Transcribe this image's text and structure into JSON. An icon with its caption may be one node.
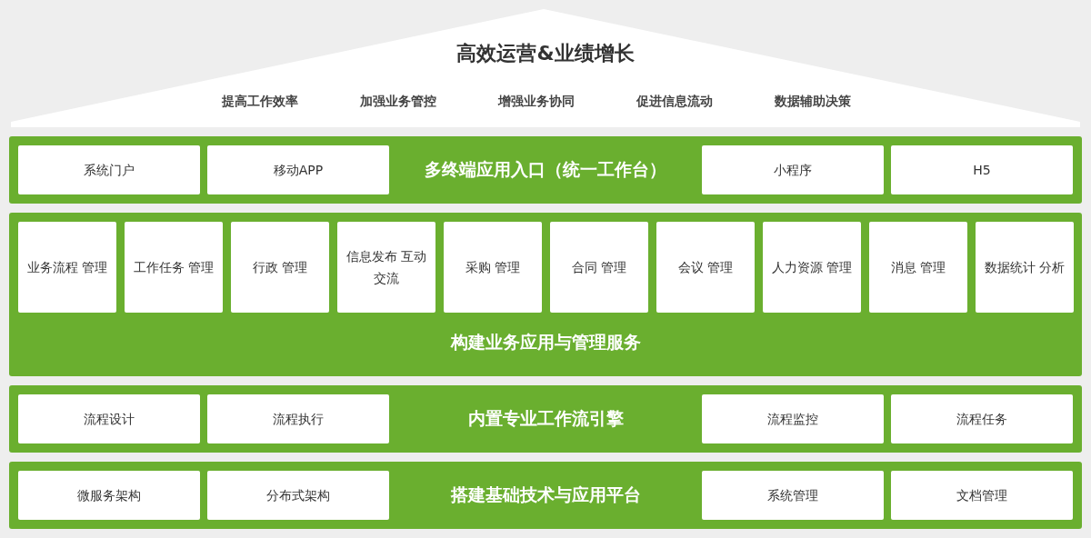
{
  "diagram": {
    "nodes": [
      {
        "text": [
          "高效运营&业绩增长",
          "提高工作效率",
          "加强业务管控",
          "增强业务协同",
          "促进信息流动",
          "数据辅助决策"
        ]
      },
      {
        "text": [
          "多终端应用入口（统一工作台）"
        ]
      },
      {
        "text": [
          "系统门户"
        ],
        "in": 1
      },
      {
        "text": [
          "移动APP"
        ],
        "in": 1
      },
      {
        "text": [
          "小程序"
        ],
        "in": 1
      },
      {
        "text": [
          "H5"
        ],
        "in": 1
      },
      {
        "text": [
          "构建业务应用与管理服务"
        ]
      },
      {
        "text": [
          "业务流程 管理"
        ],
        "in": 6
      },
      {
        "text": [
          "工作任务 管理"
        ],
        "in": 6
      },
      {
        "text": [
          "行政 管理"
        ],
        "in": 6
      },
      {
        "text": [
          "信息发布 互动交流"
        ],
        "in": 6
      },
      {
        "text": [
          "采购 管理"
        ],
        "in": 6
      },
      {
        "text": [
          "合同 管理"
        ],
        "in": 6
      },
      {
        "text": [
          "会议 管理"
        ],
        "in": 6
      },
      {
        "text": [
          "人力资源 管理"
        ],
        "in": 6
      },
      {
        "text": [
          "消息 管理"
        ],
        "in": 6
      },
      {
        "text": [
          "数据统计 分析"
        ],
        "in": 6
      },
      {
        "text": [
          "内置专业工作流引擎"
        ]
      },
      {
        "text": [
          "流程设计"
        ],
        "in": 17
      },
      {
        "text": [
          "流程执行"
        ],
        "in": 17
      },
      {
        "text": [
          "流程监控"
        ],
        "in": 17
      },
      {
        "text": [
          "流程任务"
        ],
        "in": 17
      },
      {
        "text": [
          "搭建基础技术与应用平台"
        ]
      },
      {
        "text": [
          "微服务架构"
        ],
        "in": 22
      },
      {
        "text": [
          "分布式架构"
        ],
        "in": 22
      },
      {
        "text": [
          "系统管理"
        ],
        "in": 22
      },
      {
        "text": [
          "文档管理"
        ],
        "in": 22
      }
    ]
  }
}
